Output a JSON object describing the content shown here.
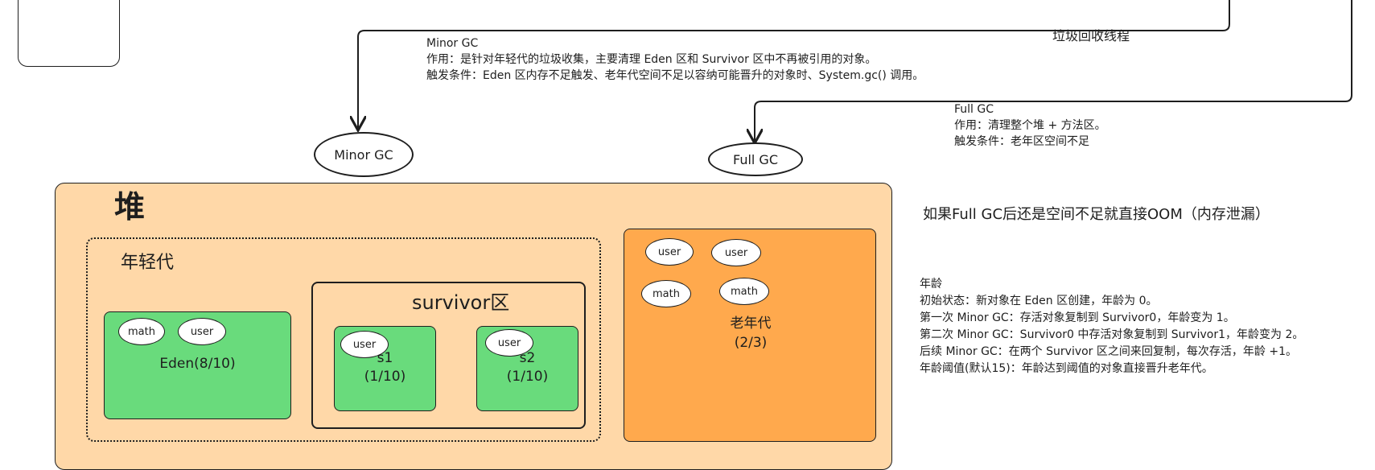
{
  "gc_thread_label": "垃圾回收线程",
  "minor_gc_note": {
    "title": "Minor GC",
    "line1": "作用：是针对年轻代的垃圾收集，主要清理 Eden 区和 Survivor 区中不再被引用的对象。",
    "line2": "触发条件：Eden 区内存不足触发、老年代空间不足以容纳可能晋升的对象时、System.gc() 调用。"
  },
  "full_gc_note": {
    "title": "Full GC",
    "line1": "作用：清理整个堆 + 方法区。",
    "line2": "触发条件：老年区空间不足"
  },
  "minor_gc_node": "Minor GC",
  "full_gc_node": "Full GC",
  "heap": {
    "title": "堆",
    "young_gen": {
      "title": "年轻代",
      "eden": {
        "label": "Eden(8/10)",
        "tags": [
          "math",
          "user"
        ]
      },
      "survivor": {
        "title": "survivor区",
        "s1": {
          "name": "s1",
          "ratio": "(1/10)",
          "tag": "user"
        },
        "s2": {
          "name": "s2",
          "ratio": "(1/10)",
          "tag": "user"
        }
      }
    },
    "old_gen": {
      "name": "老年代",
      "ratio": "(2/3)",
      "tags": [
        "user",
        "user",
        "math",
        "math"
      ]
    }
  },
  "oom_note": "如果Full GC后还是空间不足就直接OOM（内存泄漏）",
  "age_note": {
    "title": "年龄",
    "lines": [
      "初始状态：新对象在 Eden 区创建，年龄为 0。",
      "第一次 Minor GC：存活对象复制到 Survivor0，年龄变为 1。",
      "第二次 Minor GC：Survivor0 中存活对象复制到 Survivor1，年龄变为 2。",
      "后续 Minor GC：在两个 Survivor 区之间来回复制，每次存活，年龄 +1。",
      "年龄阈值(默认15)：年龄达到阈值的对象直接晋升老年代。"
    ]
  },
  "colors": {
    "heap_fill": "#ffd8a8",
    "eden_fill": "#69db7c",
    "old_fill": "#ffa94d",
    "stroke": "#1e1e1e"
  }
}
